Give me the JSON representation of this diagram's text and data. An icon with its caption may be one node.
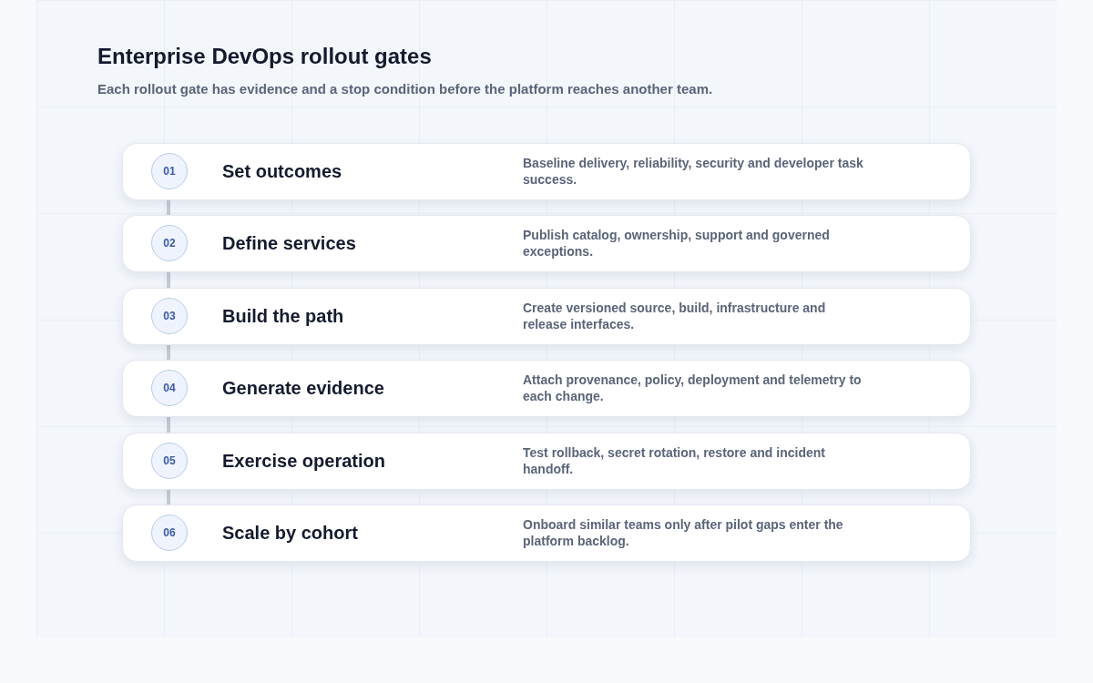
{
  "diagram": {
    "title": "Enterprise DevOps rollout gates",
    "nodes": [
      {
        "text": [
          "Set outcomes",
          "Baseline delivery, reliability, security and developer task success."
        ]
      },
      {
        "text": [
          "01"
        ],
        "in": 0
      },
      {
        "text": [
          "Define services",
          "Publish catalog, ownership, support and governed exceptions."
        ]
      },
      {
        "text": [
          "02"
        ],
        "in": 2
      },
      {
        "text": [
          "Build the path",
          "Create versioned source, build, infrastructure and release interfaces."
        ]
      },
      {
        "text": [
          "03"
        ],
        "in": 4
      },
      {
        "text": [
          "Generate evidence",
          "Attach provenance, policy, deployment and telemetry to each change."
        ]
      },
      {
        "text": [
          "04"
        ],
        "in": 6
      },
      {
        "text": [
          "Exercise operation",
          "Test rollback, secret rotation, restore and incident handoff."
        ]
      },
      {
        "text": [
          "05"
        ],
        "in": 8
      },
      {
        "text": [
          "Scale by cohort",
          "Onboard similar teams only after pilot gaps enter the platform backlog."
        ]
      },
      {
        "text": [
          "06"
        ],
        "in": 10
      }
    ],
    "edges": [
      {
        "from": 1,
        "to": 3,
        "arrow": "none"
      },
      {
        "from": 3,
        "to": 5,
        "arrow": "none"
      },
      {
        "from": 5,
        "to": 7,
        "arrow": "none"
      },
      {
        "from": 7,
        "to": 9,
        "arrow": "none"
      },
      {
        "from": 9,
        "to": 11,
        "arrow": "none"
      }
    ],
    "labels": [
      "Each rollout gate has evidence and a stop condition before the platform reaches another team."
    ]
  }
}
